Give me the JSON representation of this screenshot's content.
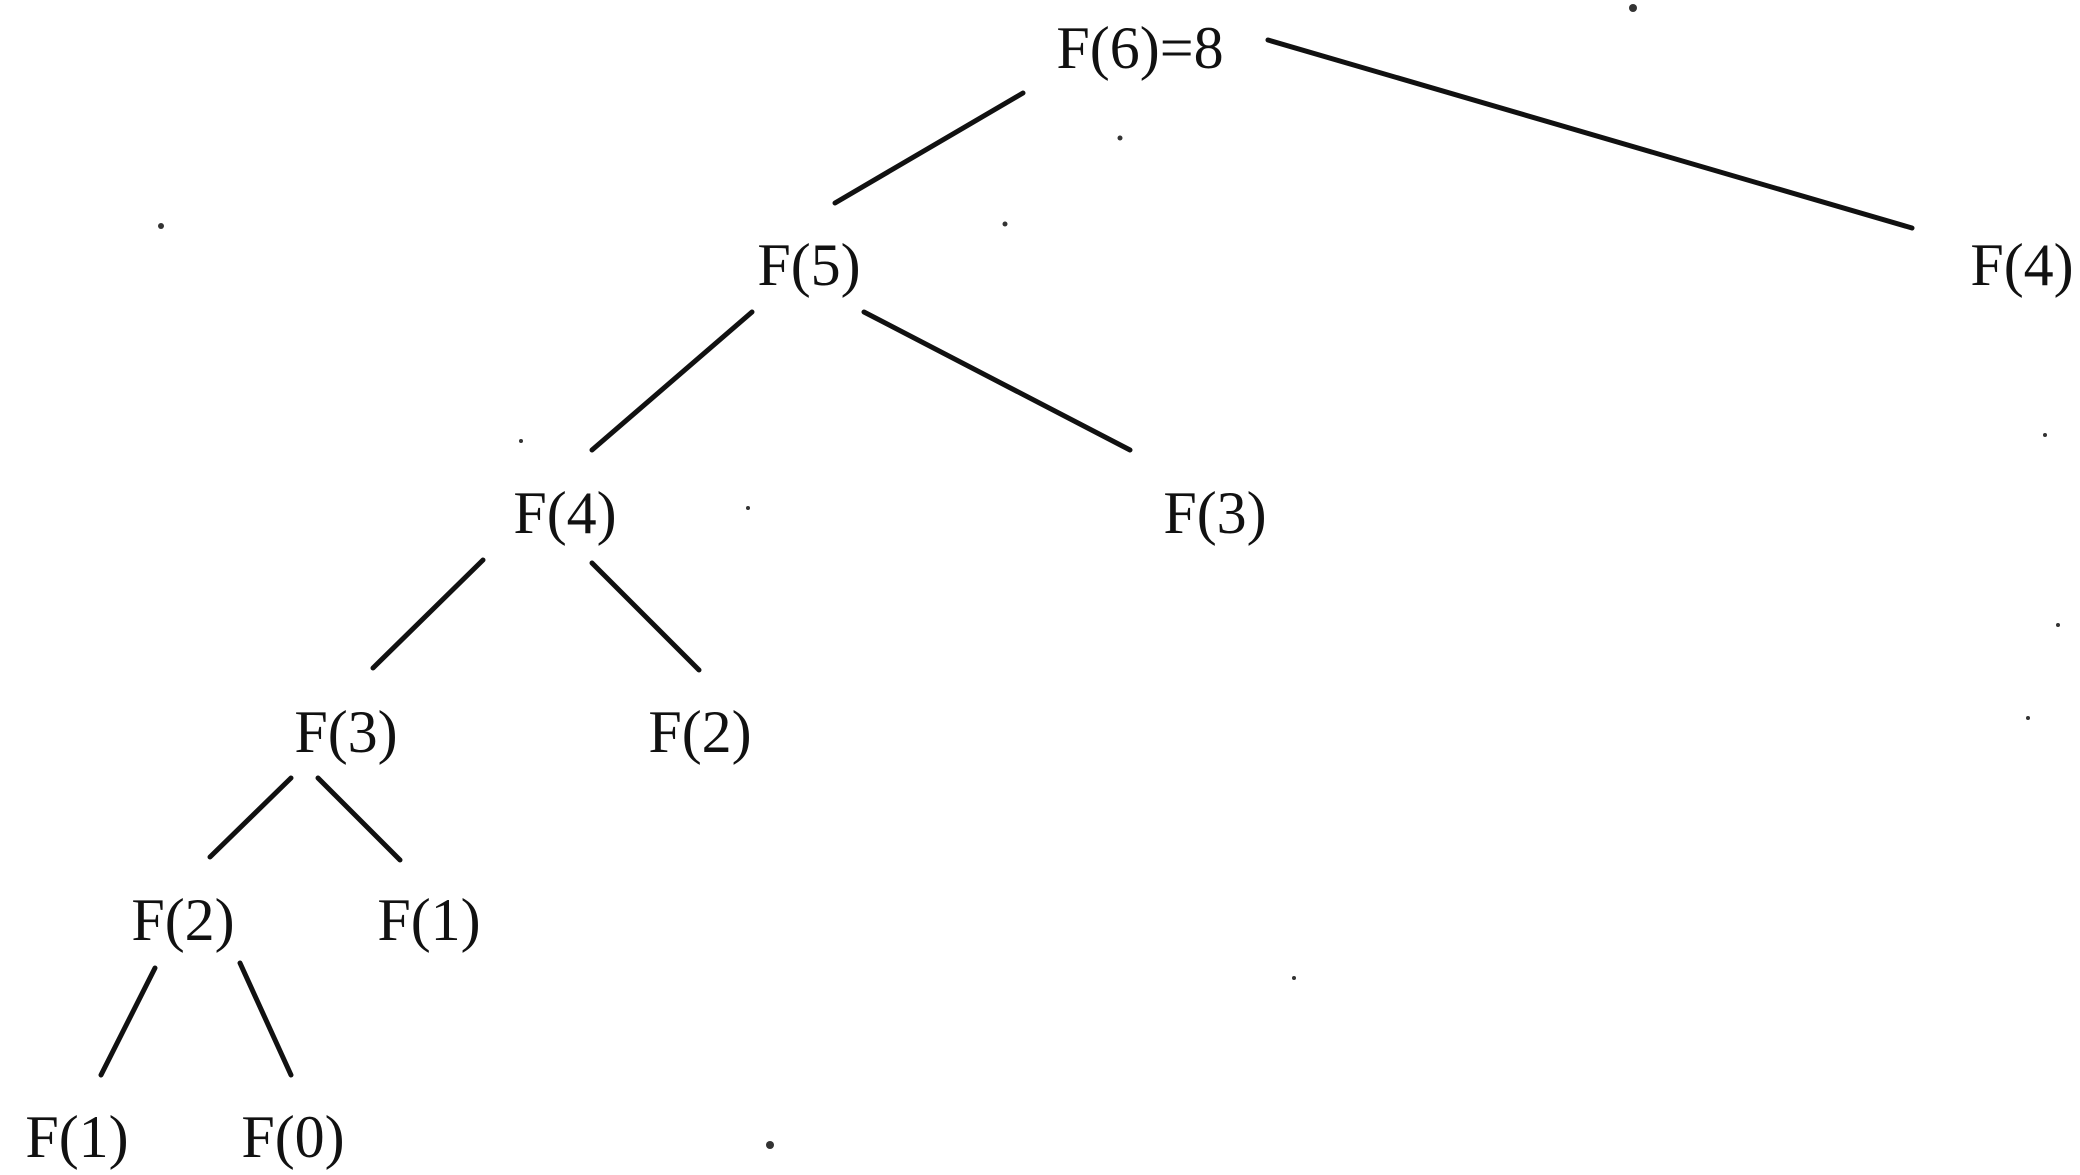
{
  "tree": {
    "nodes": [
      {
        "id": "f6",
        "label": "F(6)=8"
      },
      {
        "id": "f5",
        "label": "F(5)"
      },
      {
        "id": "f4-right",
        "label": "F(4)"
      },
      {
        "id": "f4-left",
        "label": "F(4)"
      },
      {
        "id": "f3-right",
        "label": "F(3)"
      },
      {
        "id": "f3-left",
        "label": "F(3)"
      },
      {
        "id": "f2-right",
        "label": "F(2)"
      },
      {
        "id": "f2-left",
        "label": "F(2)"
      },
      {
        "id": "f1-right",
        "label": "F(1)"
      },
      {
        "id": "f1-left",
        "label": "F(1)"
      },
      {
        "id": "f0",
        "label": "F(0)"
      }
    ],
    "edges": [
      {
        "from": "f6",
        "to": "f5"
      },
      {
        "from": "f6",
        "to": "f4-right"
      },
      {
        "from": "f5",
        "to": "f4-left"
      },
      {
        "from": "f5",
        "to": "f3-right"
      },
      {
        "from": "f4-left",
        "to": "f3-left"
      },
      {
        "from": "f4-left",
        "to": "f2-right"
      },
      {
        "from": "f3-left",
        "to": "f2-left"
      },
      {
        "from": "f3-left",
        "to": "f1-right"
      },
      {
        "from": "f2-left",
        "to": "f1-left"
      },
      {
        "from": "f2-left",
        "to": "f0"
      }
    ]
  }
}
